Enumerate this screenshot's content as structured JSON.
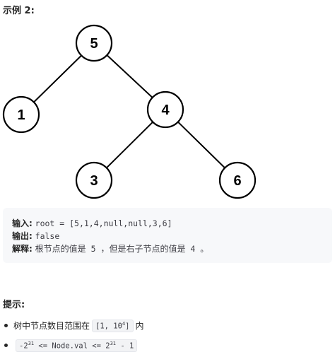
{
  "example": {
    "title": "示例 2:",
    "tree": {
      "nodes": [
        {
          "id": "n5",
          "label": "5"
        },
        {
          "id": "n1",
          "label": "1"
        },
        {
          "id": "n4",
          "label": "4"
        },
        {
          "id": "n3",
          "label": "3"
        },
        {
          "id": "n6",
          "label": "6"
        }
      ],
      "edges": [
        [
          "n5",
          "n1"
        ],
        [
          "n5",
          "n4"
        ],
        [
          "n4",
          "n3"
        ],
        [
          "n4",
          "n6"
        ]
      ]
    },
    "input_label": "输入:",
    "input_value": "root = [5,1,4,null,null,3,6]",
    "output_label": "输出:",
    "output_value": "false",
    "explanation_label": "解释:",
    "explanation_text_1": "根节点的值是",
    "explanation_value_1": " 5 ",
    "explanation_text_2": "，但是右子节点的值是",
    "explanation_value_2": " 4 ",
    "explanation_text_3": "。"
  },
  "hints": {
    "title": "提示:",
    "item1_text_before": "树中节点数目范围在",
    "item1_code_base": "[1, 10",
    "item1_code_sup": "4",
    "item1_code_end": "]",
    "item1_text_after": "内",
    "item2_lhs_base": "-2",
    "item2_lhs_sup": "31",
    "item2_mid": " <= Node.val <= 2",
    "item2_rhs_sup": "31",
    "item2_tail": " - 1"
  }
}
